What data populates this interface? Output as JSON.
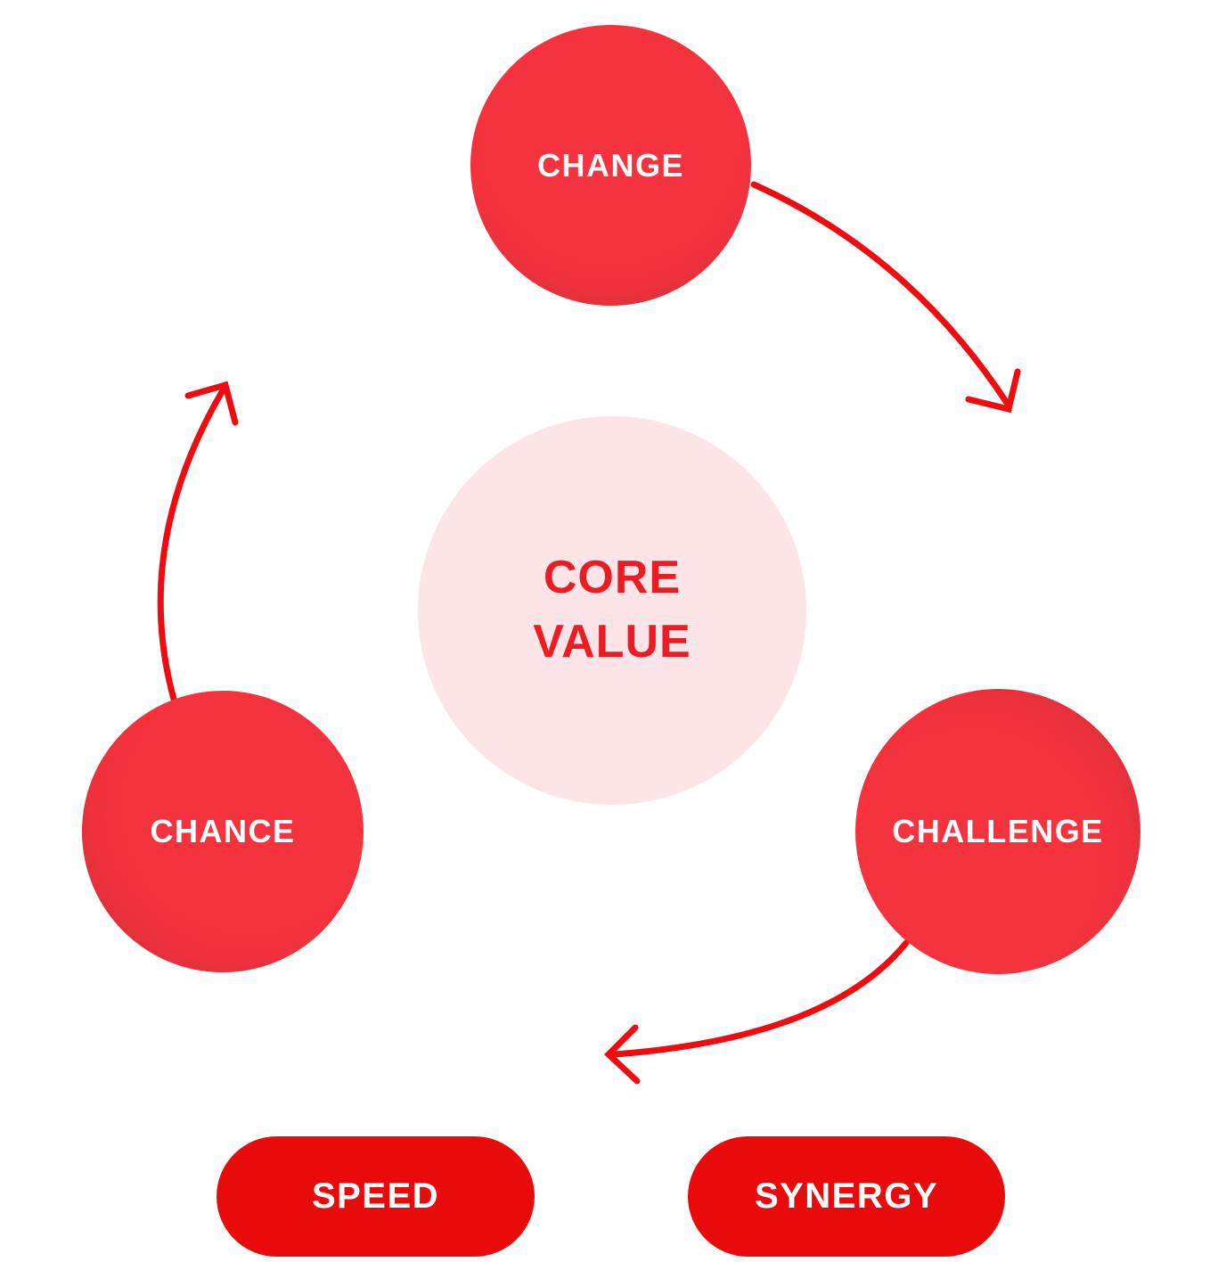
{
  "colors": {
    "node_red": "#F5333F",
    "pill_red": "#E90B0B",
    "center_pink": "#FCE4E7",
    "center_text_red": "#EC1C24",
    "node_text": "#FFFFFF",
    "arrow_red": "#EF0C10"
  },
  "center_node": {
    "lines": [
      "CORE",
      "VALUE"
    ]
  },
  "nodes": {
    "change": {
      "label": "CHANGE"
    },
    "challenge": {
      "label": "CHALLENGE"
    },
    "chance": {
      "label": "CHANCE"
    }
  },
  "pills": {
    "speed": {
      "label": "SPEED"
    },
    "synergy": {
      "label": "SYNERGY"
    }
  },
  "arrows": [
    {
      "name": "change-to-challenge",
      "direction": "clockwise"
    },
    {
      "name": "challenge-to-bottom",
      "direction": "clockwise"
    },
    {
      "name": "chance-to-top",
      "direction": "clockwise"
    }
  ]
}
